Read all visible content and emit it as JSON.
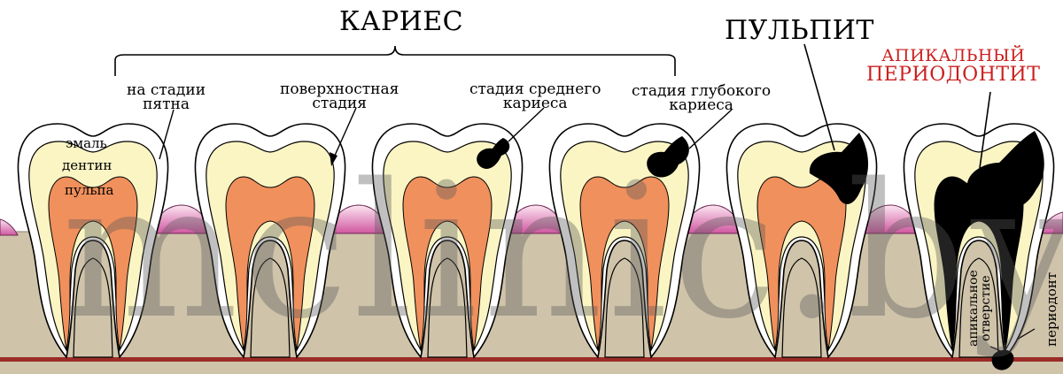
{
  "title_caries": "КАРИЕС",
  "title_pulpitis": "ПУЛЬПИТ",
  "title_periodontitis": [
    "АПИКАЛЬНЫЙ",
    "ПЕРИОДОНТИТ"
  ],
  "stages": [
    [
      "на стадии",
      "пятна"
    ],
    [
      "поверхностная",
      "стадия"
    ],
    [
      "стадия среднего",
      "кариеса"
    ],
    [
      "стадия глубокого",
      "кариеса"
    ]
  ],
  "layers": {
    "enamel": "эмаль",
    "dentin": "дентин",
    "pulp": "пульпа"
  },
  "apical_opening": [
    "апикальное",
    "отверстие"
  ],
  "periodontium": "периодонт",
  "watermark": "mclinic.by",
  "colors": {
    "enamel": "#ffffff",
    "dentin": "#fbf5c4",
    "pulp": "#f0905c",
    "bone": "#cfc3aa",
    "gum": "#d66aa8",
    "base_line": "#9b2b26",
    "decay": "#000000",
    "title_red": "#cc1f1f"
  }
}
